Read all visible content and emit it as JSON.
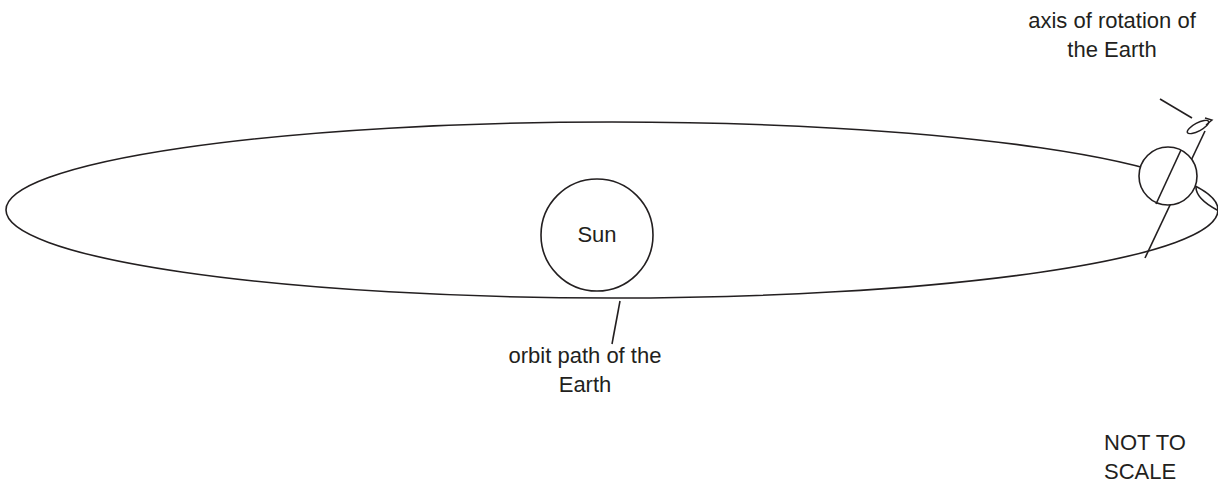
{
  "diagram": {
    "nodes": [
      {
        "text": [
          "Sun"
        ]
      }
    ],
    "labels": [
      "axis of rotation of the Earth",
      "orbit path of the Earth",
      "NOT TO SCALE"
    ]
  }
}
